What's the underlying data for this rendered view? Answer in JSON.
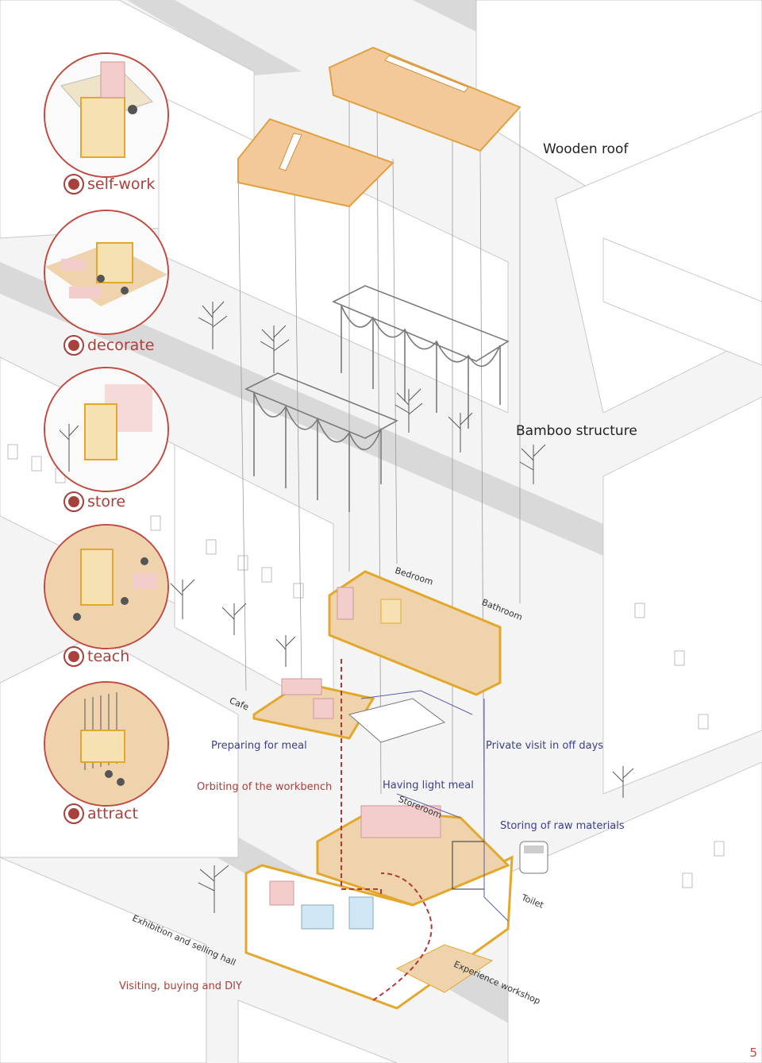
{
  "layers": {
    "roof": "Wooden roof",
    "structure": "Bamboo structure"
  },
  "categories": [
    {
      "label": "self-work",
      "icon": "wrench-icon"
    },
    {
      "label": "decorate",
      "icon": "camera-icon"
    },
    {
      "label": "store",
      "icon": "bag-icon"
    },
    {
      "label": "teach",
      "icon": "chat-icon"
    },
    {
      "label": "attract",
      "icon": "location-pin-icon"
    }
  ],
  "rooms": {
    "bedroom": "Bedroom",
    "bathroom": "Bathroom",
    "cafe": "Cafe",
    "storeroom": "Storeroom",
    "toilet": "Toilet",
    "exhibition": "Exhibition and selling hall",
    "workshop": "Experience workshop"
  },
  "flows": {
    "meal_prep": "Preparing for meal",
    "private_visit": "Private visit in off days",
    "light_meal": "Having light meal",
    "raw_materials": "Storing of raw materials"
  },
  "activities": {
    "orbit": "Orbiting of the workbench",
    "visit": "Visiting, buying and DIY"
  },
  "colors": {
    "accent_red": "#a8403b",
    "frame_yellow": "#e3a82b",
    "roof_wood": "#f4c99a",
    "flow_blue": "#3a3f8f",
    "floor_wood": "#efd3ad",
    "pink": "#f3cccc"
  },
  "page_number": "5"
}
